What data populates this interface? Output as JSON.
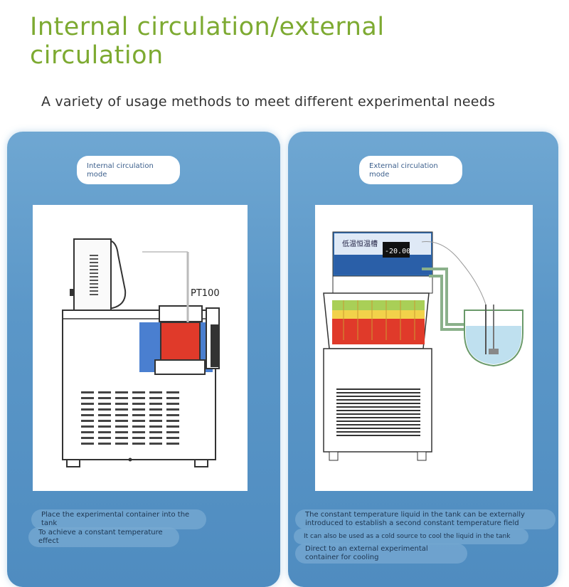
{
  "header": {
    "title": "Internal circulation/external circulation",
    "subtitle": "A variety of usage methods to meet different experimental needs"
  },
  "left_panel": {
    "mode_label": "Internal circulation mode",
    "sensor_label": "PT100",
    "notes": [
      "Place the experimental container into the tank",
      "To achieve a constant temperature effect"
    ]
  },
  "right_panel": {
    "mode_label": "External circulation mode",
    "device_label": "低温恒温槽",
    "display_value": "-20.00",
    "notes": [
      "The constant temperature liquid in the tank can be externally introduced to establish a second constant temperature field",
      "It can also be used as a cold source to cool the liquid in the tank",
      "Direct to an external experimental container for cooling"
    ]
  },
  "colors": {
    "title": "#7daa31",
    "panel": "#5b97c8",
    "hot_liquid": "#e03a2a",
    "cool_liquid": "#4a7fd0",
    "band_green": "#a9cf57",
    "band_yellow": "#f2d24a"
  }
}
